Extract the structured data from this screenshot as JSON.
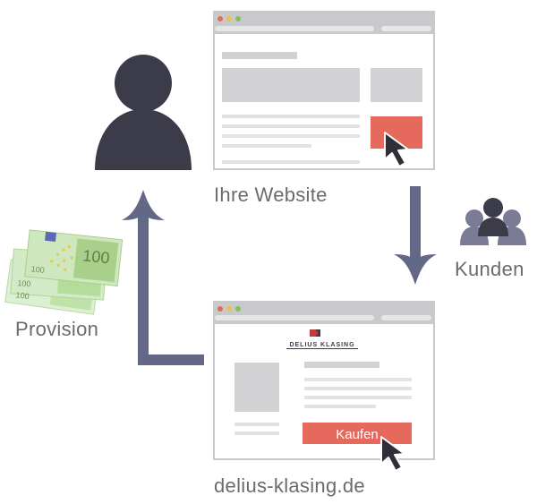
{
  "labels": {
    "your_website": "Ihre Website",
    "customers": "Kunden",
    "commission": "Provision",
    "shop_domain": "delius-klasing.de"
  },
  "shop": {
    "brand": "DELIUS KLASING",
    "buy_button": "Kaufen"
  },
  "banknotes": {
    "denomination": "100"
  },
  "colors": {
    "figure": "#3b3b4a",
    "arrow": "#646887",
    "cta": "#e6695e",
    "browser_frame": "#c9c9cc",
    "content_block": "#d2d2d4",
    "content_line": "#e2e2e4",
    "money": "#a9d08a",
    "text": "#6b6b6b"
  },
  "icons": [
    "person-icon",
    "browser-window-icon",
    "cursor-icon",
    "customers-group-icon",
    "banknotes-icon",
    "delius-klasing-logo"
  ]
}
